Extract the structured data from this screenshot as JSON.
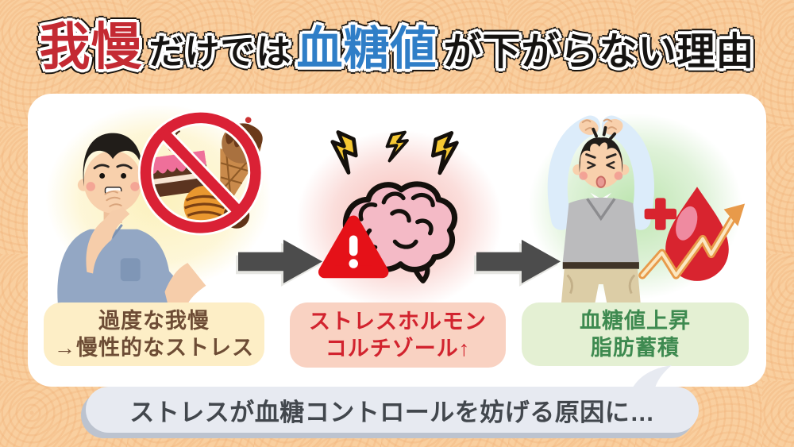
{
  "title": {
    "keyword1": "我慢",
    "middle": "だけでは",
    "keyword2": "血糖値",
    "suffix": "が下がらない理由"
  },
  "panels": [
    {
      "name": "excessive-restraint",
      "line1": "過度な我慢",
      "line2": "→慢性的なストレス"
    },
    {
      "name": "stress-hormone",
      "line1": "ストレスホルモン",
      "line2": "コルチゾール↑"
    },
    {
      "name": "blood-sugar-rise",
      "line1": "血糖値上昇",
      "line2": "脂肪蓄積"
    }
  ],
  "bubble": {
    "text": "ストレスが血糖コントロールを妨げる原因に…"
  },
  "illustrations": {
    "panel1": "man-resisting-forbidden-sweets",
    "panel2": "brain-with-lightning-and-warning",
    "panel3": "stressed-man-with-blood-drop-rising",
    "arrow": "right-arrow"
  },
  "colors": {
    "background": "#f9cf9f",
    "card": "#ffffff",
    "title_keyword1": "#c42a33",
    "title_keyword2": "#2f7ec7",
    "title_text": "#151311",
    "label1_bg": "#fdeec6",
    "label1_text": "#6d4c35",
    "label2_bg": "#f9d2c2",
    "label2_text": "#d2232e",
    "label3_bg": "#e4f0d3",
    "label3_text": "#3e8a50",
    "arrow": "#4c4c4c",
    "bubble_bg": "#e7eaf1",
    "bubble_text": "#42474d",
    "prohibition": "#da2135",
    "warning": "#e51118",
    "brain": "#f4bac6",
    "lightning": "#f6c832",
    "blood_drop": "#d8242f"
  }
}
